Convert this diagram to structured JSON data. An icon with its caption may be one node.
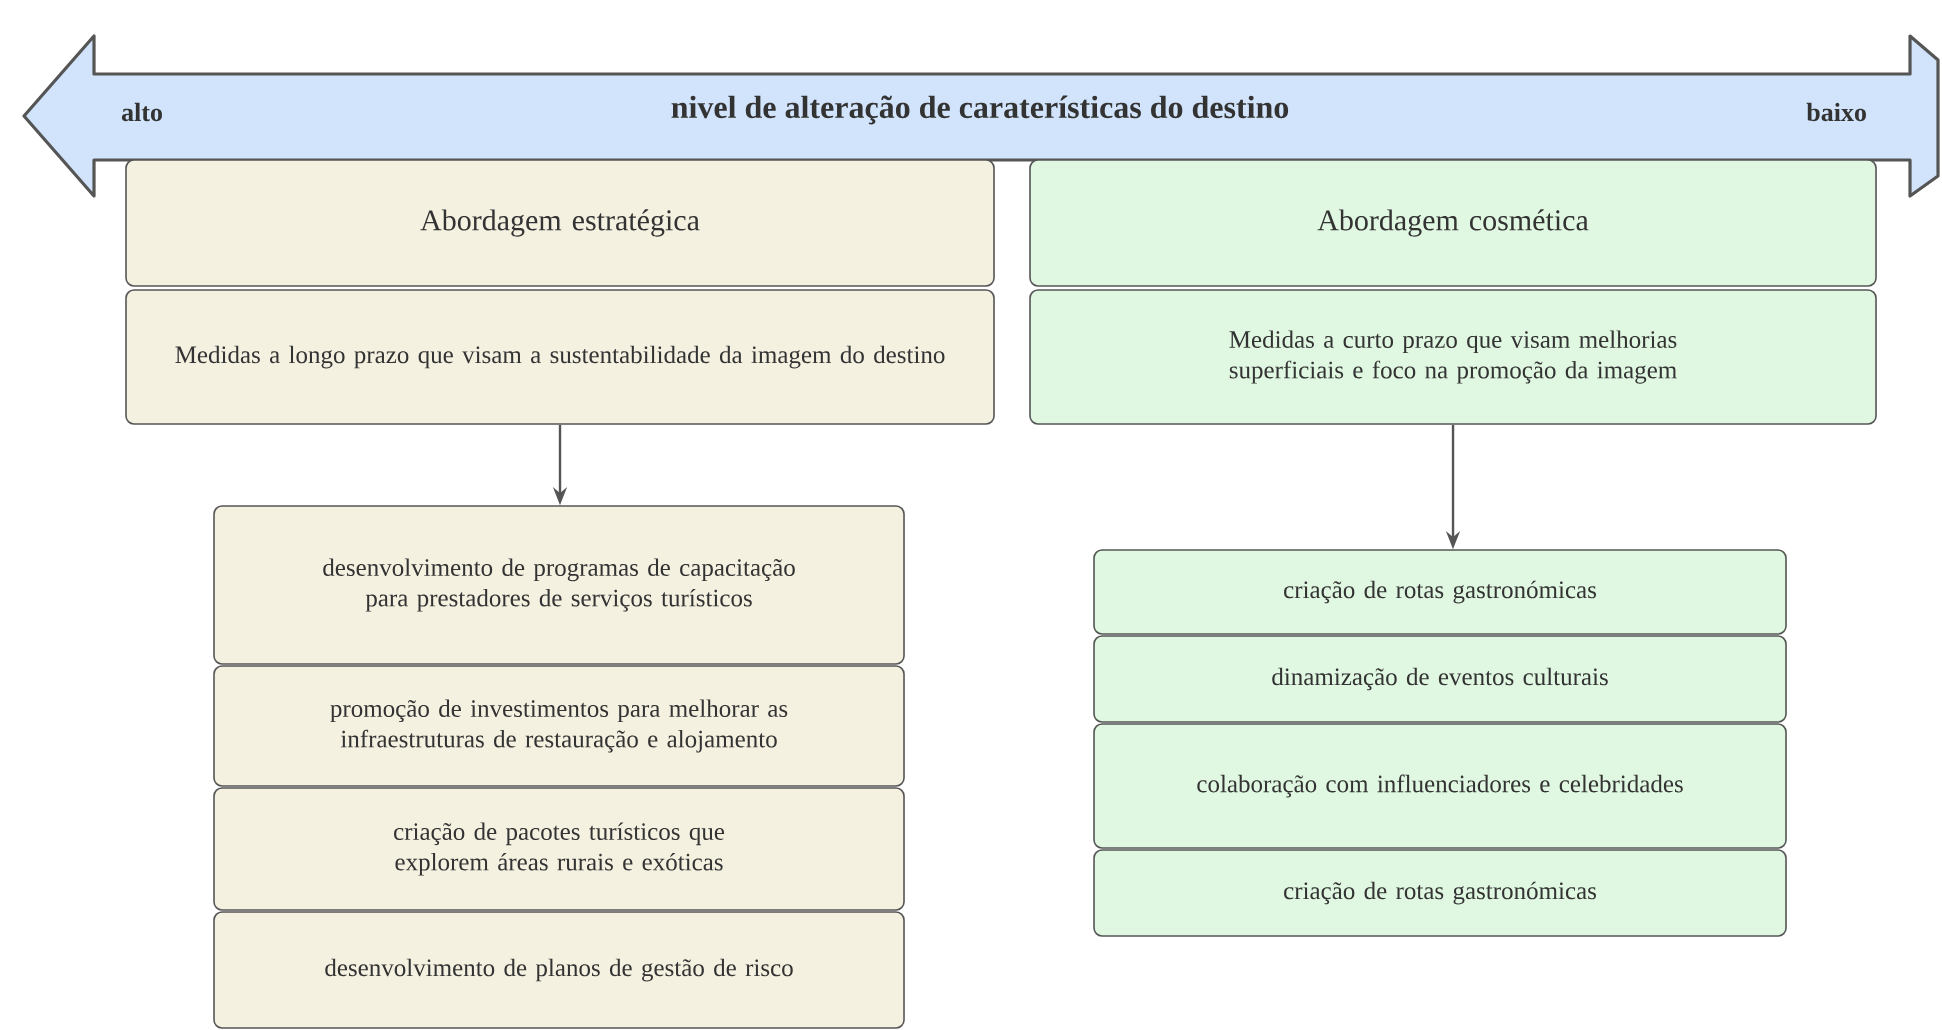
{
  "diagram": {
    "nodes": [
      {
        "text": [
          "alto",
          "nivel de alteração de caraterísticas do destino",
          "baixo"
        ]
      },
      {
        "text": [
          "Abordagem estratégica"
        ]
      },
      {
        "text": [
          "Medidas a longo prazo que visam a sustentabilidade da imagem do destino"
        ]
      },
      {
        "text": [
          "Abordagem cosmética"
        ]
      },
      {
        "text": [
          "Medidas a curto prazo que visam melhorias superficiais e foco na promoção da imagem"
        ]
      },
      {
        "text": [
          "desenvolvimento de programas de capacitação para prestadores de serviços turísticos"
        ]
      },
      {
        "text": [
          "promoção de investimentos para melhorar as infraestruturas de restauração e alojamento"
        ]
      },
      {
        "text": [
          "criação de pacotes turísticos que explorem áreas rurais e exóticas"
        ]
      },
      {
        "text": [
          "desenvolvimento de planos de gestão de risco"
        ]
      },
      {
        "text": [
          "criação de rotas gastronómicas"
        ]
      },
      {
        "text": [
          "dinamização de eventos culturais"
        ]
      },
      {
        "text": [
          "colaboração com influenciadores e celebridades"
        ]
      },
      {
        "text": [
          "criação de rotas gastronómicas"
        ]
      }
    ],
    "edges": [
      {
        "from": 2,
        "to": 5,
        "arrow": "to"
      },
      {
        "from": 4,
        "to": 9,
        "arrow": "to"
      }
    ]
  }
}
